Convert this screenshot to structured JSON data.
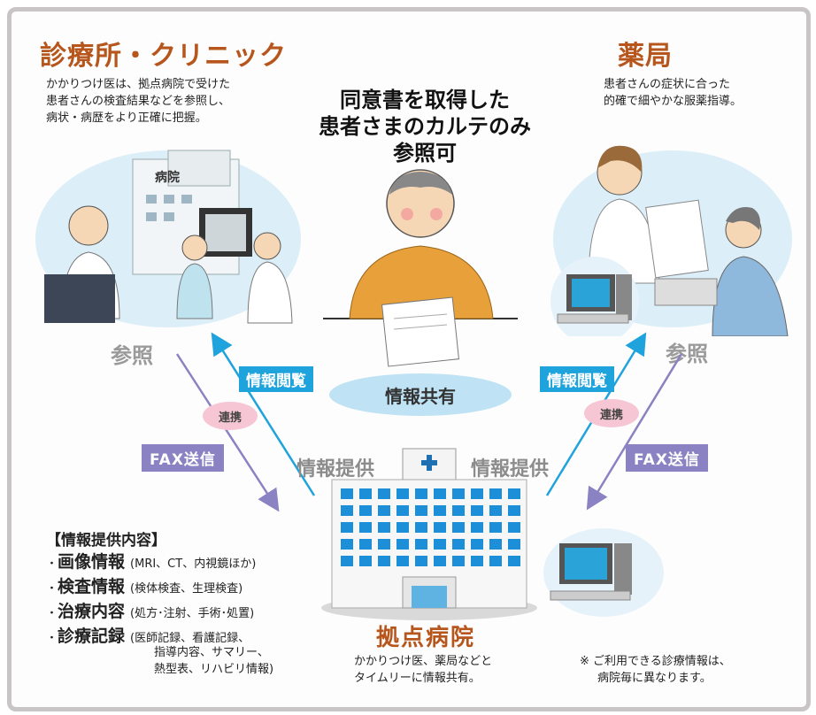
{
  "clinic": {
    "title": "診療所・クリニック",
    "desc": [
      "かかりつけ医は、拠点病院で受けた",
      "患者さんの検査結果などを参照し、",
      "病状・病歴をより正確に把握。"
    ],
    "building_sign": "病院"
  },
  "pharmacy": {
    "title": "薬局",
    "desc": [
      "患者さんの症状に合った",
      "的確で細やかな服薬指導。"
    ]
  },
  "center": {
    "title_lines": [
      "同意書を取得した",
      "患者さまのカルテのみ",
      "参照可"
    ]
  },
  "labels": {
    "reference": "参照",
    "info_view": "情報閲覧",
    "info_share": "情報共有",
    "renkei": "連携",
    "fax": "FAX送信",
    "info_provide": "情報提供"
  },
  "info_list": {
    "heading": "【情報提供内容】",
    "items": [
      {
        "bullet": "・",
        "name": "画像情報",
        "detail": "(MRI、CT、内視鏡ほか)"
      },
      {
        "bullet": "・",
        "name": "検査情報",
        "detail": "(検体検査、生理検査)"
      },
      {
        "bullet": "・",
        "name": "治療内容",
        "detail": "(処方･注射、手術･処置)"
      },
      {
        "bullet": "・",
        "name": "診療記録",
        "detail": "(医師記録、看護記録、"
      }
    ],
    "continuation": [
      "指導内容、サマリー、",
      "熱型表、リハビリ情報)"
    ]
  },
  "hospital": {
    "name": "拠点病院",
    "desc": [
      "かかりつけ医、薬局などと",
      "タイムリーに情報共有。"
    ]
  },
  "note": [
    "※ ご利用できる診療情報は、",
    "病院毎に異なります。"
  ],
  "colors": {
    "orange": "#b7561c",
    "blue": "#1fa3dc",
    "purple": "#8a82c2",
    "pink": "#f6c6d4",
    "gray": "#9a9a9a"
  }
}
